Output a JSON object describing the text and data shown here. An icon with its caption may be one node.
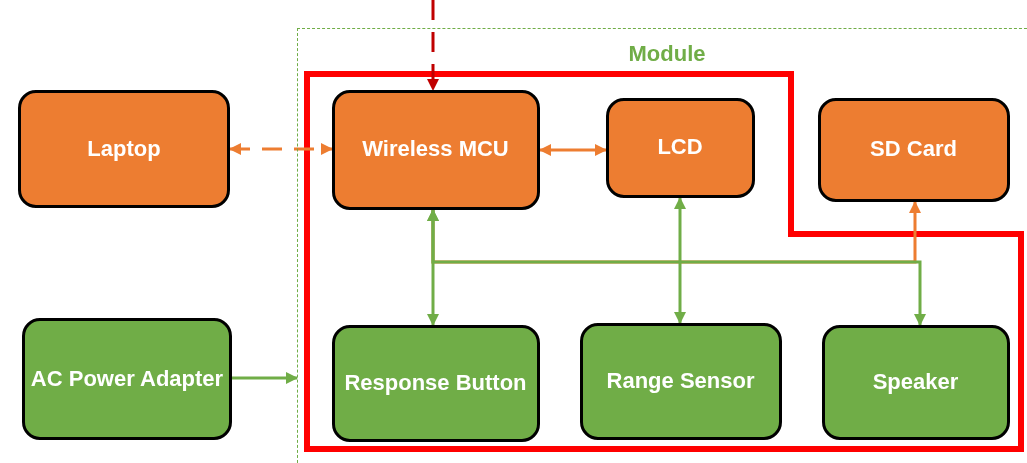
{
  "diagram": {
    "nodes": [
      {
        "text": [
          "Module"
        ]
      },
      {
        "text": [
          "Laptop"
        ]
      },
      {
        "text": [
          "Wireless MCU"
        ],
        "in": 0
      },
      {
        "text": [
          "LCD"
        ],
        "in": 0
      },
      {
        "text": [
          "SD Card"
        ],
        "in": 0
      },
      {
        "text": [
          "AC Power Adapter"
        ]
      },
      {
        "text": [
          "Response Button"
        ],
        "in": 0
      },
      {
        "text": [
          "Range Sensor"
        ],
        "in": 0
      },
      {
        "text": [
          "Speaker"
        ],
        "in": 0
      }
    ],
    "edges": [
      {
        "from": null,
        "to": 2,
        "arrow": "to",
        "style": "dashed",
        "color": "#c00000"
      },
      {
        "from": 1,
        "to": 2,
        "arrow": "both",
        "style": "dashed",
        "color": "#ed7d31"
      },
      {
        "from": 2,
        "to": 3,
        "arrow": "both",
        "color": "#ed7d31"
      },
      {
        "from": 5,
        "to": 0,
        "arrow": "to"
      },
      {
        "from": 2,
        "to": 6,
        "arrow": "both"
      },
      {
        "from": 2,
        "to": 8,
        "arrow": "both"
      },
      {
        "from": 3,
        "to": 7,
        "arrow": "both"
      },
      {
        "from": 2,
        "to": 4,
        "arrow": "to",
        "color": "#ed7d31"
      }
    ]
  }
}
